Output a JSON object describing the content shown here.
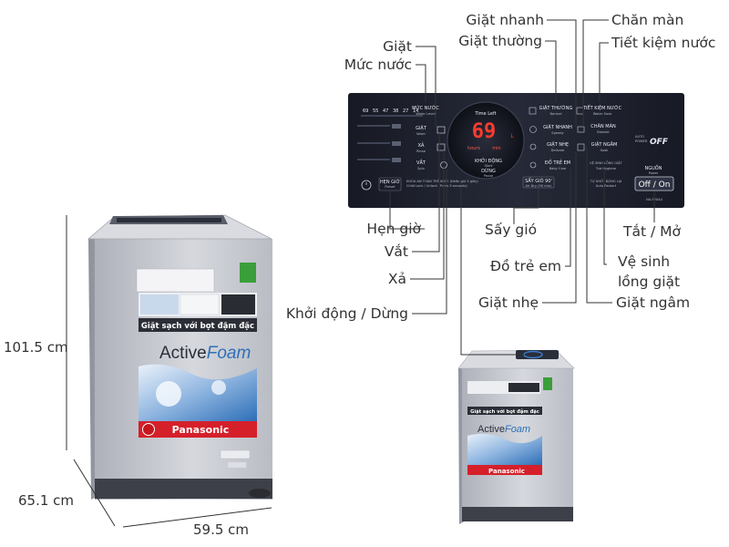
{
  "dimensions": {
    "height": "101.5 cm",
    "depth": "65.1 cm",
    "width": "59.5 cm"
  },
  "product": {
    "brand": "Panasonic",
    "slogan": "Giặt sạch với bọt đậm đặc",
    "tech_name_1": "Active",
    "tech_name_2": "Foam"
  },
  "callouts": {
    "wash": "Giặt",
    "water_level": "Mức nước",
    "timer": "Hẹn giờ",
    "spin": "Vắt",
    "rinse": "Xả",
    "start_pause": "Khởi động / Dừng",
    "quick_wash": "Giặt nhanh",
    "normal_wash": "Giặt thường",
    "air_dry": "Sấy gió",
    "child_lock": "Đồ trẻ em",
    "delicate": "Giặt nhẹ",
    "blanket": "Chăn màn",
    "water_save": "Tiết kiệm nước",
    "power": "Tắt / Mở",
    "tub_clean_1": "Vệ sinh",
    "tub_clean_2": "lồng giặt",
    "soak": "Giặt ngâm"
  },
  "panel": {
    "water_levels": [
      "69",
      "55",
      "47",
      "38",
      "27",
      "14"
    ],
    "water_level_btn": "MỨC NƯỚC",
    "water_level_btn_en": "Water Level",
    "wash_btn": "GIẶT",
    "wash_btn_en": "Wash",
    "rinse_btn": "XẢ",
    "rinse_btn_en": "Rinse",
    "spin_btn": "VẮT",
    "spin_btn_en": "Spin",
    "timer_btn": "HẸN GIỜ",
    "timer_btn_en": "Preset",
    "child_lock_text": "KHÓA AN TOÀN TRẺ KHỞI (Nhấn giữ 3 giây)",
    "child_lock_text_en": "Child Lock / Unlock (Press 3 seconds)",
    "time_left": "Time Left",
    "display_digits": "69",
    "display_unit": "L",
    "hours": "hours",
    "min": "min",
    "start_btn": "KHỞI ĐỘNG",
    "start_btn_start": "Start",
    "pause_btn": "DỪNG",
    "pause_btn_en": "Pause",
    "air_dry_btn": "SẤY GIÓ 90'",
    "air_dry_btn_en": "Air Dry (90 min)",
    "normal_btn": "GIẶT THƯỜNG",
    "normal_btn_en": "Normal",
    "speedy_btn": "GIẶT NHANH",
    "speedy_btn_en": "Speedy",
    "delicate_btn": "GIẶT NHẸ",
    "delicate_btn_en": "Delicate",
    "baby_btn": "ĐỒ TRẺ EM",
    "baby_btn_en": "Baby Care",
    "watersave_btn": "TIẾT KIỆM NƯỚC",
    "watersave_btn_en": "Water Save",
    "blanket_btn": "CHĂN MÀN",
    "blanket_btn_en": "Blanket",
    "soak_btn": "GIẶT NGÂM",
    "soak_btn_en": "Soak",
    "tubclean_btn": "VỆ SINH LỒNG GIẶT",
    "tubclean_btn_en": "Tub Hygiene",
    "autorestart_btn": "TỰ KHỞI ĐỘNG LẠI",
    "autorestart_btn_en": "Auto Restart",
    "auto_power_off_1": "AUTO",
    "auto_power_off_2": "POWER",
    "auto_power_off_3": "OFF",
    "power_label": "NGUỒN",
    "power_label_en": "Power",
    "power_btn": "Off / On",
    "model": "NA-F90A4"
  },
  "colors": {
    "panel": "#1f2230",
    "display_red": "#ff3b2f",
    "body_silver": "#c8cad2",
    "brand_red": "#c4161c",
    "banner_red": "#d5202a",
    "foam_blue": "#2d6fb7"
  }
}
